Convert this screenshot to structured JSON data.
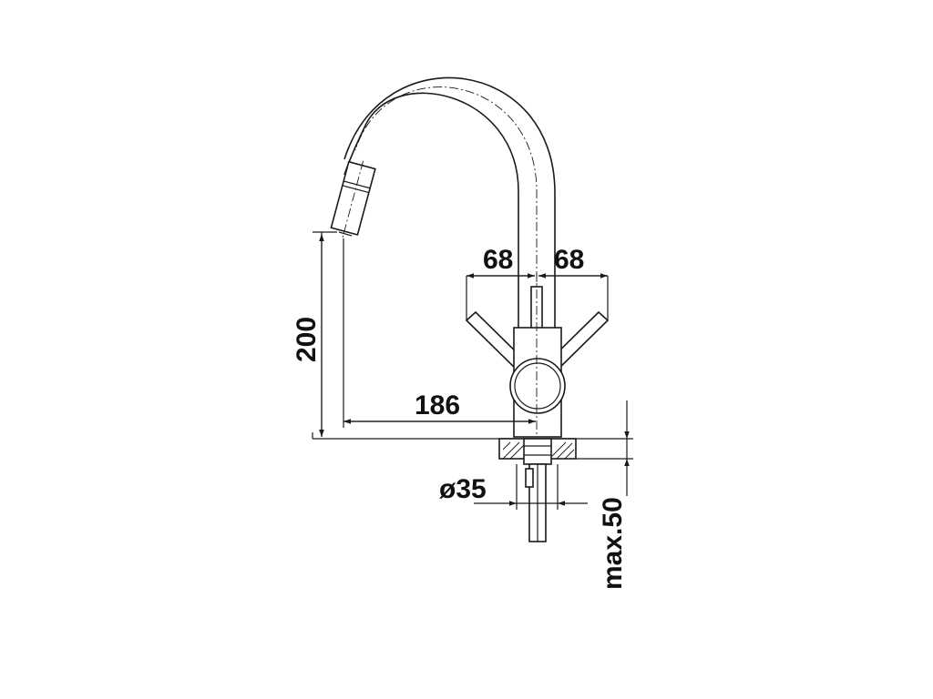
{
  "dimensions": {
    "left_handle": "68",
    "right_handle": "68",
    "spout_height": "200",
    "spout_reach": "186",
    "hole_diameter": "ø35",
    "max_thickness": "max.50"
  },
  "colors": {
    "line": "#1a1a1a",
    "background": "#ffffff"
  }
}
